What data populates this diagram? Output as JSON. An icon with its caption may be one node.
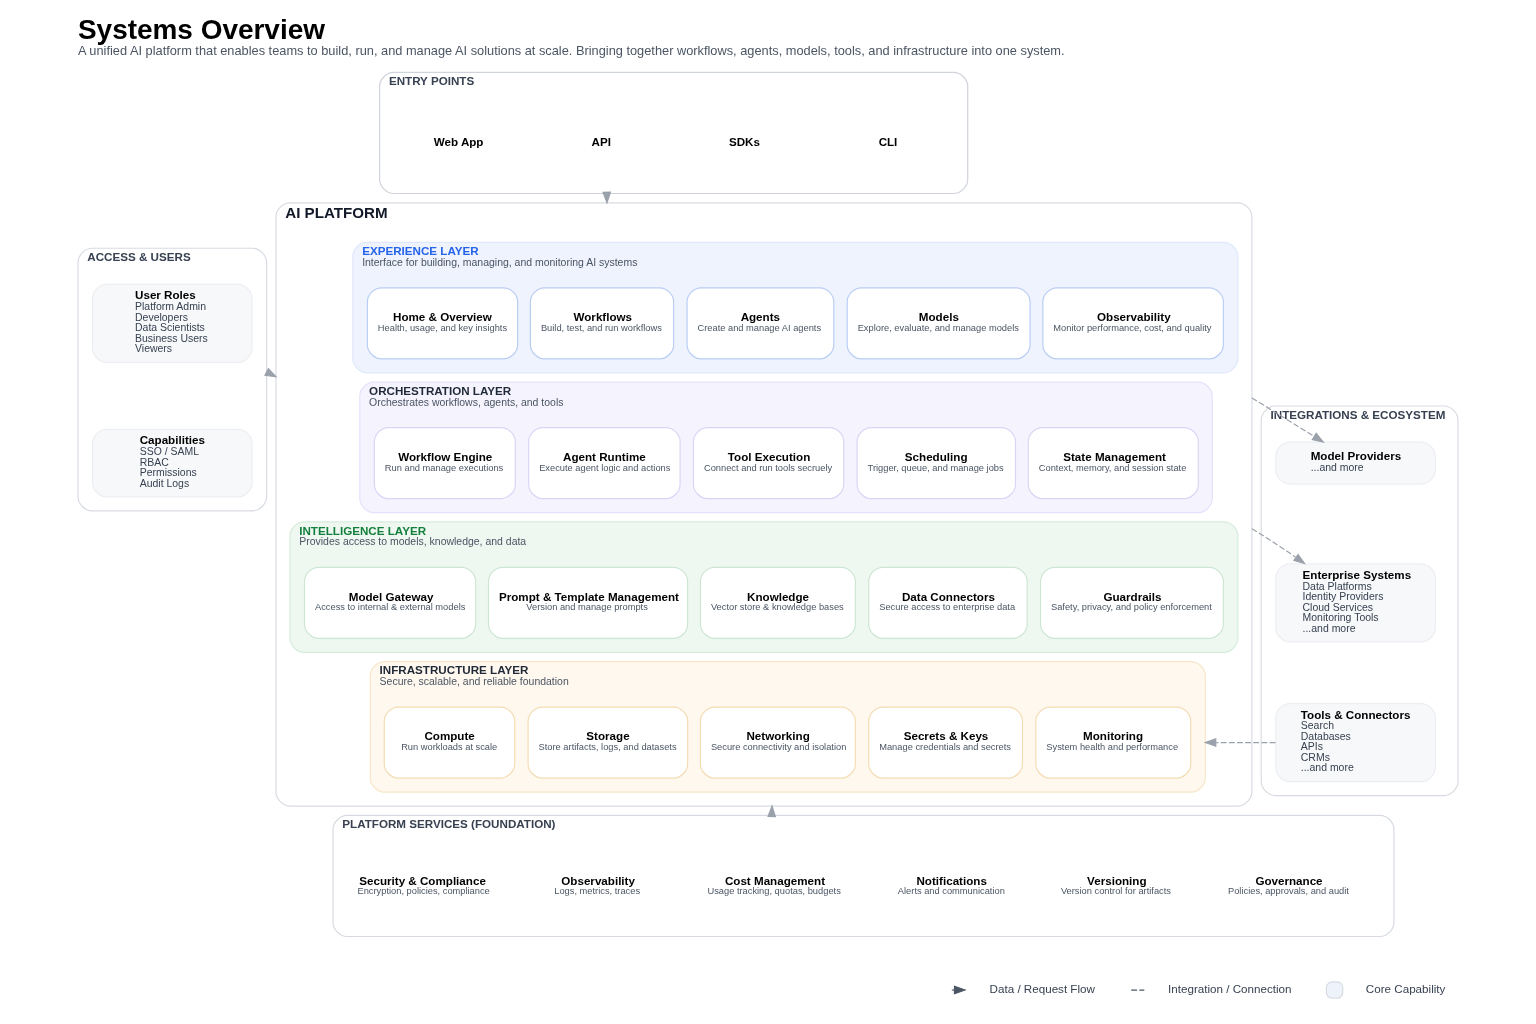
{
  "diagram": {
    "title": "Systems Overview",
    "caption": "A unified AI platform that enables teams to build, run, and manage AI solutions at scale. Bringing together workflows, agents, models, tools, and infrastructure into one system.",
    "nodes": [
      {
        "text": [
          "ENTRY POINTS"
        ]
      },
      {
        "text": [
          "Web App"
        ],
        "in": 0
      },
      {
        "text": [
          "API"
        ],
        "in": 0
      },
      {
        "text": [
          "SDKs"
        ],
        "in": 0
      },
      {
        "text": [
          "CLI"
        ],
        "in": 0
      },
      {
        "text": [
          "ACCESS & USERS"
        ]
      },
      {
        "text": [
          "User Roles",
          "Platform Admin",
          "Developers",
          "Data Scientists",
          "Business Users",
          "Viewers"
        ],
        "in": 5
      },
      {
        "text": [
          "Capabilities",
          "SSO / SAML",
          "RBAC",
          "Permissions",
          "Audit Logs"
        ],
        "in": 5
      },
      {
        "text": [
          "AI PLATFORM"
        ]
      },
      {
        "text": [
          "EXPERIENCE LAYER",
          "Interface for building, managing, and monitoring AI systems"
        ],
        "in": 8
      },
      {
        "text": [
          "Home & Overview",
          "Health, usage, and key insights"
        ],
        "in": 9
      },
      {
        "text": [
          "Workflows",
          "Build, test, and run workflows"
        ],
        "in": 9
      },
      {
        "text": [
          "Agents",
          "Create and manage AI agents"
        ],
        "in": 9
      },
      {
        "text": [
          "Models",
          "Explore, evaluate, and manage models"
        ],
        "in": 9
      },
      {
        "text": [
          "Observability",
          "Monitor performance, cost, and quality"
        ],
        "in": 9
      },
      {
        "text": [
          "ORCHESTRATION LAYER",
          "Orchestrates workflows, agents, and tools"
        ],
        "in": 8
      },
      {
        "text": [
          "Workflow Engine",
          "Run and manage executions"
        ],
        "in": 15
      },
      {
        "text": [
          "Agent Runtime",
          "Execute agent logic and actions"
        ],
        "in": 15
      },
      {
        "text": [
          "Tool Execution",
          "Connect and run tools secruely"
        ],
        "in": 15
      },
      {
        "text": [
          "Scheduling",
          "Trigger, queue, and manage jobs"
        ],
        "in": 15
      },
      {
        "text": [
          "State Management",
          "Context, memory, and session state"
        ],
        "in": 15
      },
      {
        "text": [
          "INTELLIGENCE LAYER",
          "Provides access to models, knowledge, and data"
        ],
        "in": 8
      },
      {
        "text": [
          "Model Gateway",
          "Access to internal & external models"
        ],
        "in": 21
      },
      {
        "text": [
          "Prompt & Template Management",
          "Version and manage prompts"
        ],
        "in": 21
      },
      {
        "text": [
          "Knowledge",
          "Vector store & knowledge bases"
        ],
        "in": 21
      },
      {
        "text": [
          "Data Connectors",
          "Secure access to enterprise data"
        ],
        "in": 21
      },
      {
        "text": [
          "Guardrails",
          "Safety, privacy, and policy enforcement"
        ],
        "in": 21
      },
      {
        "text": [
          "INFRASTRUCTURE LAYER",
          "Secure, scalable, and reliable foundation"
        ],
        "in": 8
      },
      {
        "text": [
          "Compute",
          "Run workloads at scale"
        ],
        "in": 27
      },
      {
        "text": [
          "Storage",
          "Store artifacts, logs, and datasets"
        ],
        "in": 27
      },
      {
        "text": [
          "Networking",
          "Secure connectivity and isolation"
        ],
        "in": 27
      },
      {
        "text": [
          "Secrets & Keys",
          "Manage credentials and secrets"
        ],
        "in": 27
      },
      {
        "text": [
          "Monitoring",
          "System health and performance"
        ],
        "in": 27
      },
      {
        "text": [
          "INTEGRATIONS & ECOSYSTEM"
        ]
      },
      {
        "text": [
          "Model Providers",
          "...and more"
        ],
        "in": 33
      },
      {
        "text": [
          "Enterprise Systems",
          "Data Platforms",
          "Identity Providers",
          "Cloud Services",
          "Monitoring Tools",
          "...and more"
        ],
        "in": 33
      },
      {
        "text": [
          "Tools & Connectors",
          "Search",
          "Databases",
          "APIs",
          "CRMs",
          "...and more"
        ],
        "in": 33
      },
      {
        "text": [
          "PLATFORM SERVICES (FOUNDATION)"
        ]
      },
      {
        "text": [
          "Security & Compliance",
          "Encryption, policies, compliance"
        ],
        "in": 37
      },
      {
        "text": [
          "Observability",
          "Logs, metrics, traces"
        ],
        "in": 37
      },
      {
        "text": [
          "Cost Management",
          "Usage tracking, quotas, budgets"
        ],
        "in": 37
      },
      {
        "text": [
          "Notifications",
          "Alerts and communication"
        ],
        "in": 37
      },
      {
        "text": [
          "Versioning",
          "Version control for artifacts"
        ],
        "in": 37
      },
      {
        "text": [
          "Governance",
          "Policies, approvals, and audit"
        ],
        "in": 37
      }
    ],
    "edges": [
      {
        "from": 0,
        "to": 8,
        "arrow": "to",
        "style": "dashed"
      },
      {
        "from": 5,
        "to": 8,
        "arrow": "to",
        "style": "dashed"
      },
      {
        "from": 8,
        "to": 34,
        "arrow": "to",
        "style": "dashed"
      },
      {
        "from": 8,
        "to": 35,
        "arrow": "to",
        "style": "dashed"
      },
      {
        "from": 36,
        "to": 27,
        "arrow": "to",
        "style": "dashed"
      },
      {
        "from": 37,
        "to": 8,
        "arrow": "to",
        "style": "dashed"
      }
    ],
    "legend": [
      {
        "text": "Data / Request Flow"
      },
      {
        "text": "Integration / Connection"
      },
      {
        "text": "Core Capability",
        "color": "#eef3fb"
      }
    ]
  }
}
